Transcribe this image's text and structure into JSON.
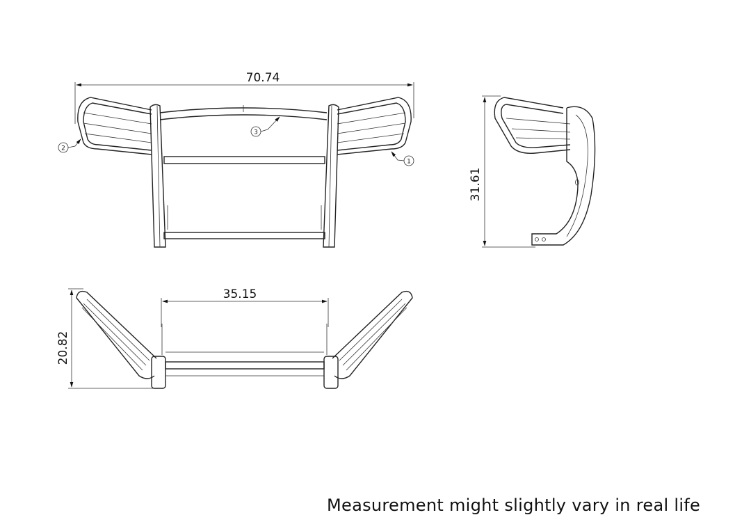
{
  "front_view": {
    "width_dimension": "70.74",
    "callouts": [
      "1",
      "2",
      "3"
    ]
  },
  "side_view": {
    "height_dimension": "31.61"
  },
  "top_view": {
    "depth_dimension": "20.82",
    "inner_width_dimension": "35.15"
  },
  "footer_note": "Measurement might slightly vary in real life"
}
